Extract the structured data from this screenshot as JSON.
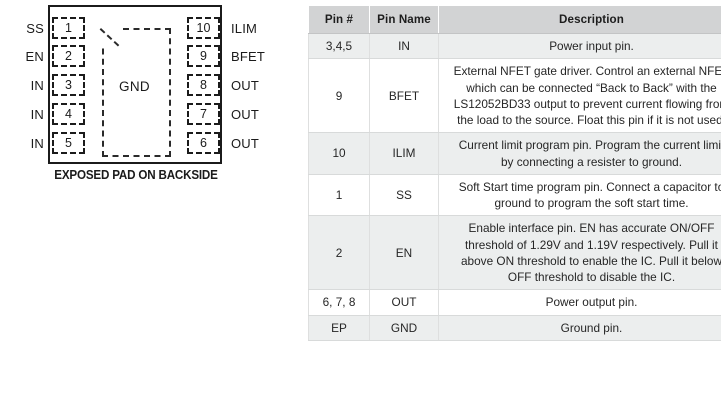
{
  "diagram": {
    "title": "pinout-diagram",
    "caption": "EXPOSED PAD ON BACKSIDE",
    "exposed_pad_label": "GND",
    "left_pins": [
      {
        "number": "1",
        "label": "SS"
      },
      {
        "number": "2",
        "label": "EN"
      },
      {
        "number": "3",
        "label": "IN"
      },
      {
        "number": "4",
        "label": "IN"
      },
      {
        "number": "5",
        "label": "IN"
      }
    ],
    "right_pins": [
      {
        "number": "10",
        "label": "ILIM"
      },
      {
        "number": "9",
        "label": "BFET"
      },
      {
        "number": "8",
        "label": "OUT"
      },
      {
        "number": "7",
        "label": "OUT"
      },
      {
        "number": "6",
        "label": "OUT"
      }
    ]
  },
  "table": {
    "headers": [
      "Pin #",
      "Pin Name",
      "Description"
    ],
    "rows": [
      {
        "pin": "3,4,5",
        "name": "IN",
        "desc": "Power input pin."
      },
      {
        "pin": "9",
        "name": "BFET",
        "desc": "External NFET gate driver. Control an external NFET which can be connected “Back to Back” with the LS12052BD33 output to prevent current flowing from the load to the source. Float this pin if it is not used."
      },
      {
        "pin": "10",
        "name": "ILIM",
        "desc": "Current limit program pin. Program the current limit by connecting a resister to ground."
      },
      {
        "pin": "1",
        "name": "SS",
        "desc": "Soft Start time program pin. Connect a capacitor to ground to program the soft start time."
      },
      {
        "pin": "2",
        "name": "EN",
        "desc": "Enable interface pin. EN has accurate ON/OFF threshold of 1.29V and 1.19V respectively. Pull it above ON threshold to enable the IC. Pull it below OFF threshold to disable the IC."
      },
      {
        "pin": "6, 7, 8",
        "name": "OUT",
        "desc": "Power output pin."
      },
      {
        "pin": "EP",
        "name": "GND",
        "desc": "Ground pin."
      }
    ]
  },
  "colors": {
    "header_bg": "#d2d3d4",
    "row_odd_bg": "#eceeee",
    "row_even_bg": "#ffffff",
    "line": "#1b1b1b",
    "text": "#262626"
  }
}
